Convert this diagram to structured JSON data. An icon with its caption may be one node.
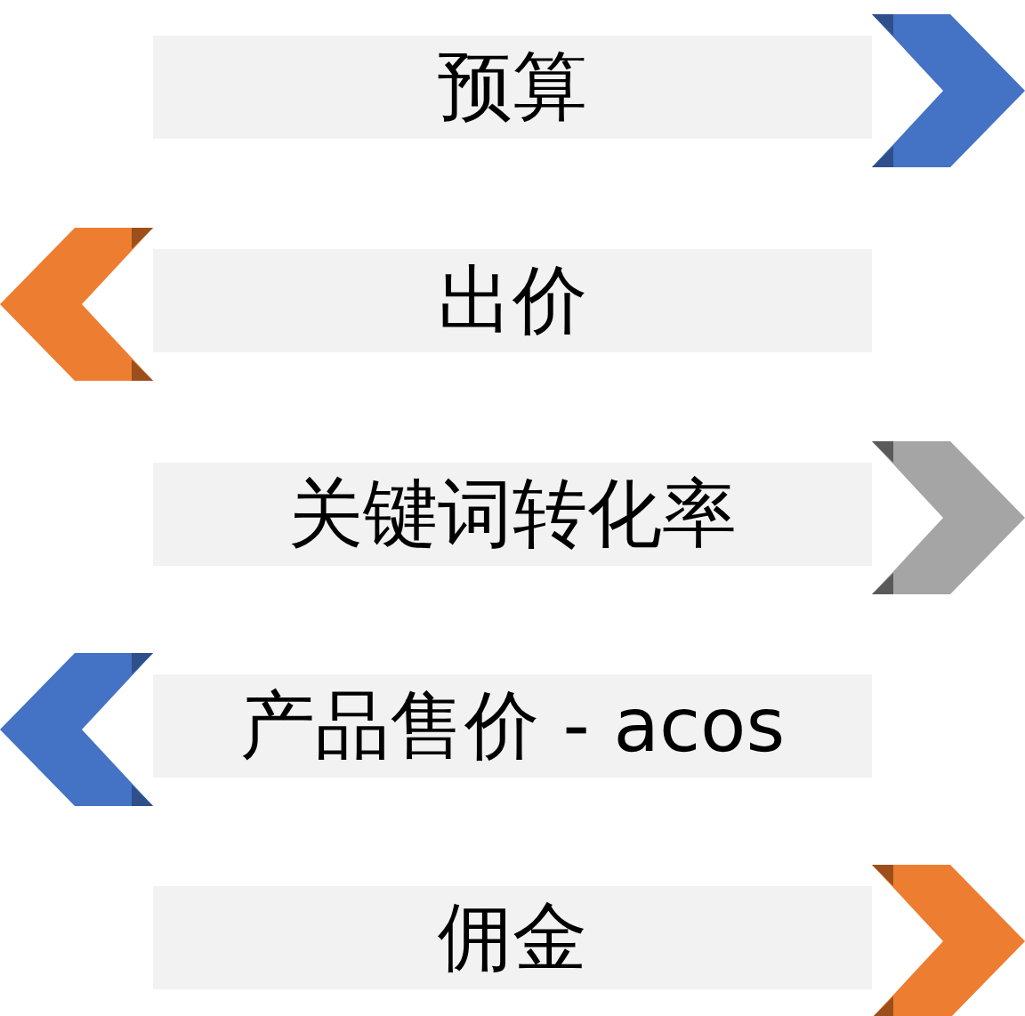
{
  "diagram": {
    "nodes": [
      {
        "text": [
          "预算"
        ]
      },
      {
        "text": [
          "出价"
        ]
      },
      {
        "text": [
          "关键词转化率"
        ]
      },
      {
        "text": [
          "产品售价 - acos"
        ]
      },
      {
        "text": [
          "佣金"
        ]
      }
    ]
  }
}
